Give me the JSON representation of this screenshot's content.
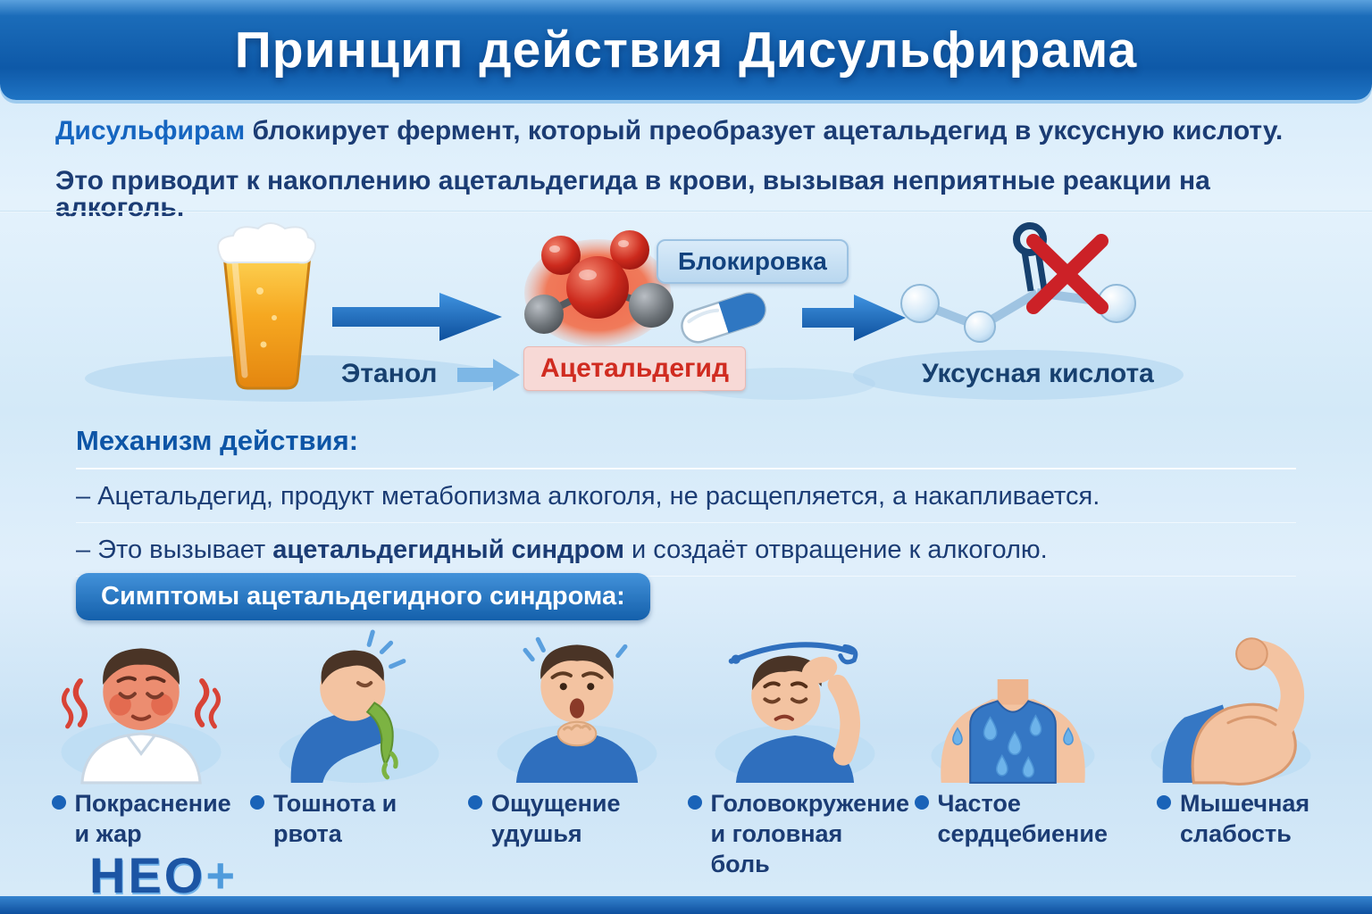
{
  "header": {
    "title": "Принцип действия Дисульфирама"
  },
  "intro": {
    "line1_bold": "Дисульфирам",
    "line1_rest": " блокирует фермент, который преобразует ацетальдегид в уксусную кислоту.",
    "line2": "Это приводит к накоплению ацетальдегида в крови, вызывая неприятные реакции на алкоголь."
  },
  "process": {
    "step1_label": "Этанол",
    "step2_label": "Ацетальдегид",
    "block_label": "Блокировка",
    "step3_label": "Уксусная кислота",
    "icons": [
      "beer-glass",
      "acetaldehyde-molecule",
      "capsule-pill",
      "acetic-acid-molecule-blocked"
    ]
  },
  "mechanism": {
    "title": "Механизм действия:",
    "bullet1": "– Ацетальдегид, продукт метабопизма алкоголя, не расщепляется, а накапливается.",
    "bullet2_prefix": "– Это вызывает ",
    "bullet2_bold": "ацетальдегидный синдром",
    "bullet2_suffix": " и создаёт отвращение к алкоголю."
  },
  "symptoms": {
    "title": "Симптомы ацетальдегидного синдрома:",
    "items": [
      {
        "label": "Покраснение и жар",
        "icon": "flushed-face"
      },
      {
        "label": "Тошнота и рвота",
        "icon": "vomiting"
      },
      {
        "label": "Ощущение удушья",
        "icon": "choking"
      },
      {
        "label": "Головокружение и головная боль",
        "icon": "dizziness"
      },
      {
        "label": "Частое сердцебиение",
        "icon": "sweating-chest"
      },
      {
        "label": "Мышечная слабость",
        "icon": "flexed-bicep"
      }
    ]
  },
  "footer": {
    "logo_neo": "НЕО",
    "logo_plus": "+"
  },
  "palette": {
    "header_blue": "#0e59a8",
    "accent_blue": "#1565c0",
    "text_navy": "#1b3c74",
    "alert_red": "#d02b20",
    "beer_amber": "#f6a821",
    "vomit_green": "#7cb342"
  }
}
